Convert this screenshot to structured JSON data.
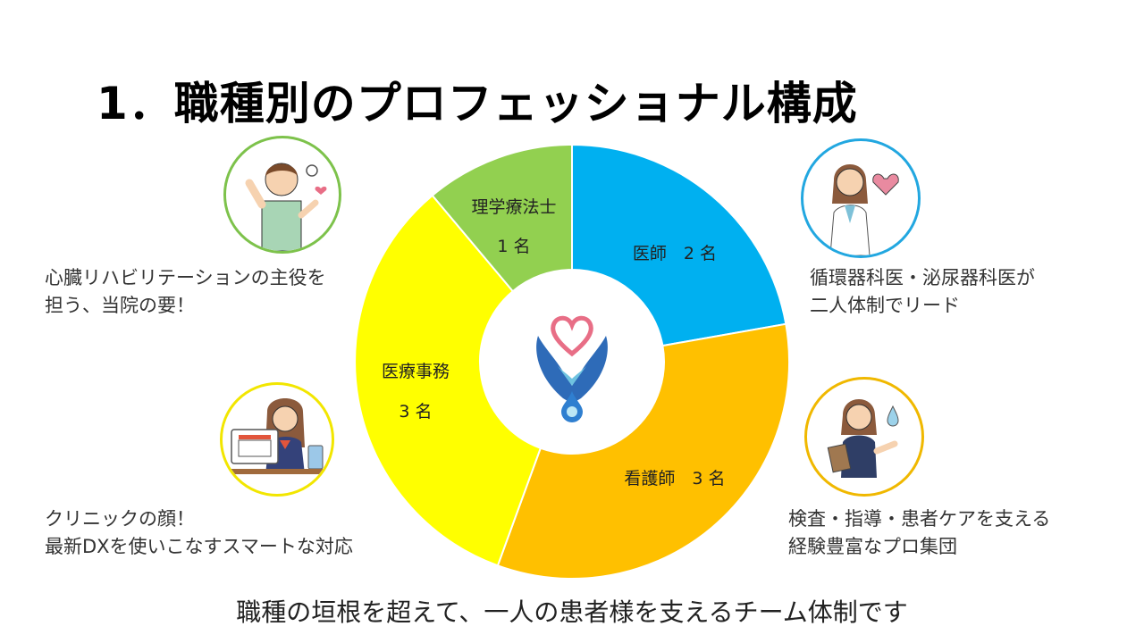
{
  "title": "1．職種別のプロフェッショナル構成",
  "footer": "職種の垣根を超えて、一人の患者様を支えるチーム体制です",
  "roles": [
    {
      "id": "pt",
      "label_line1": "理学療法士",
      "label_line2": "1 名",
      "count": 1,
      "color": "#92D050",
      "desc_line1": "心臓リハビリテーションの主役を",
      "desc_line2": "担う、当院の要！",
      "ring_color": "#7DC24B"
    },
    {
      "id": "doctor",
      "label_line1": "医師　2 名",
      "label_line2": "",
      "count": 2,
      "color": "#00B0F0",
      "desc_line1": "循環器科医・泌尿器科医が",
      "desc_line2": "二人体制でリード",
      "ring_color": "#22A7E0"
    },
    {
      "id": "clerk",
      "label_line1": "医療事務",
      "label_line2": "3 名",
      "count": 3,
      "color": "#FFFF00",
      "desc_line1": "クリニックの顔！",
      "desc_line2": "最新DXを使いこなすスマートな対応",
      "ring_color": "#F2E600"
    },
    {
      "id": "nurse",
      "label_line1": "看護師　3 名",
      "label_line2": "",
      "count": 3,
      "color": "#FFC000",
      "desc_line1": "検査・指導・患者ケアを支える",
      "desc_line2": "経験豊富なプロ集団",
      "ring_color": "#F0B800"
    }
  ],
  "chart_data": {
    "type": "pie",
    "subtype": "donut",
    "title": "職種別のプロフェッショナル構成",
    "categories": [
      "医師",
      "看護師",
      "医療事務",
      "理学療法士"
    ],
    "values": [
      2,
      3,
      3,
      1
    ],
    "unit": "名",
    "colors": [
      "#00B0F0",
      "#FFC000",
      "#FFFF00",
      "#92D050"
    ],
    "start_angle": "12 o'clock, clockwise",
    "center_logo": "clinic-logo (heart + M + water drop)"
  }
}
